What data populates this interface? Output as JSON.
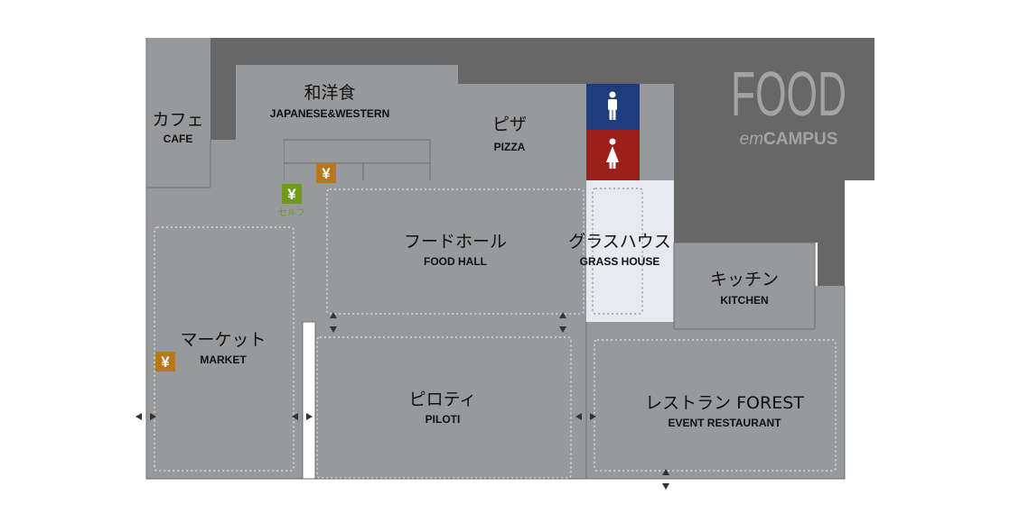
{
  "brand": {
    "title": "FOOD",
    "subtitle_prefix": "em",
    "subtitle_main": "CAMPUS"
  },
  "areas": [
    {
      "id": "cafe",
      "jp": "カフェ",
      "en": "CAFE"
    },
    {
      "id": "washoku",
      "jp": "和洋食",
      "en": "JAPANESE&WESTERN"
    },
    {
      "id": "pizza",
      "jp": "ピザ",
      "en": "PIZZA"
    },
    {
      "id": "foodhall",
      "jp": "フードホール",
      "en": "FOOD HALL"
    },
    {
      "id": "grasshouse",
      "jp": "グラスハウス",
      "en": "GRASS HOUSE"
    },
    {
      "id": "kitchen",
      "jp": "キッチン",
      "en": "KITCHEN"
    },
    {
      "id": "market",
      "jp": "マーケット",
      "en": "MARKET"
    },
    {
      "id": "piloti",
      "jp": "ピロティ",
      "en": "PILOTI"
    },
    {
      "id": "forest",
      "jp": "レストラン FOREST",
      "en": "EVENT RESTAURANT"
    }
  ],
  "icons": {
    "yen": "¥",
    "self_label": "セルフ"
  },
  "colors": {
    "room": "#98999b",
    "dark": "#676767",
    "restroom_male": "#1f3d7a",
    "restroom_female": "#9c1f1a",
    "grass_house": "#e6eaee",
    "yen_orange": "#b9771c",
    "yen_green": "#6e9a1d"
  }
}
